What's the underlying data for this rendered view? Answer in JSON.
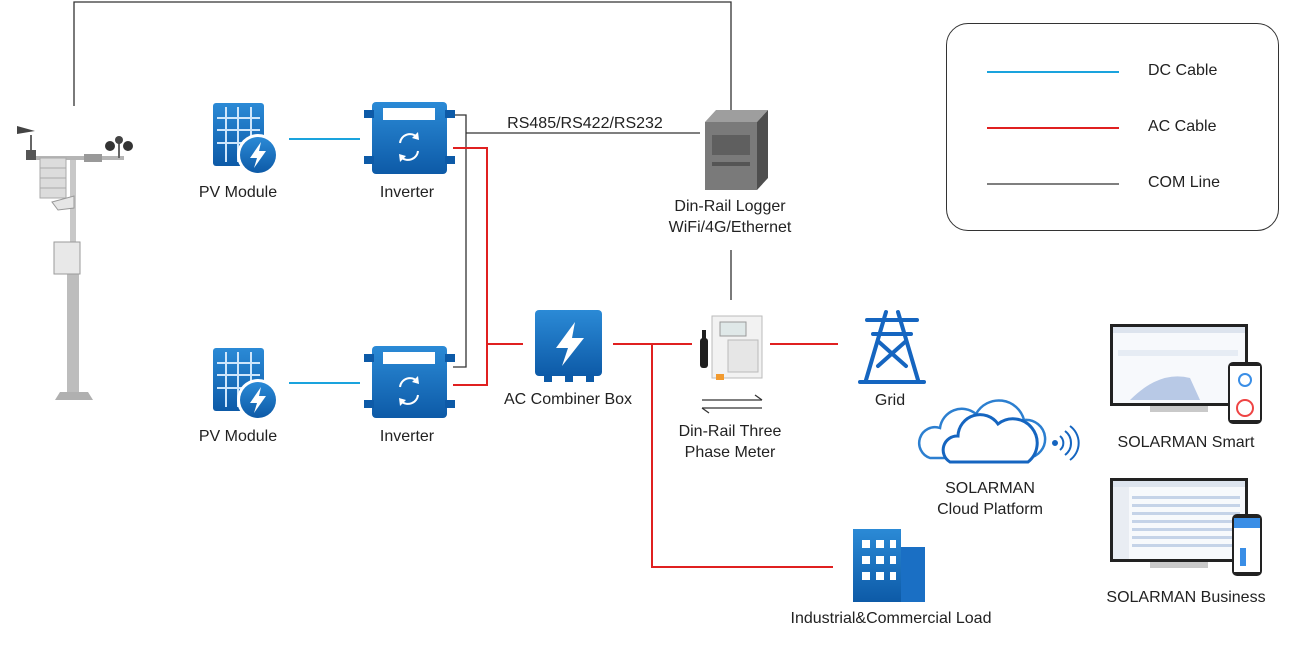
{
  "legend": {
    "items": [
      {
        "label": "DC Cable",
        "color": "#1aa3dd"
      },
      {
        "label": "AC Cable",
        "color": "#e02020"
      },
      {
        "label": "COM Line",
        "color": "#333333"
      }
    ]
  },
  "labels": {
    "pv_module_1": "PV Module",
    "pv_module_2": "PV Module",
    "inverter_1": "Inverter",
    "inverter_2": "Inverter",
    "protocol": "RS485/RS422/RS232",
    "logger_line1": "Din-Rail Logger",
    "logger_line2": "WiFi/4G/Ethernet",
    "combiner": "AC Combiner Box",
    "meter_line1": "Din-Rail Three",
    "meter_line2": "Phase Meter",
    "grid": "Grid",
    "cloud_line1": "SOLARMAN",
    "cloud_line2": "Cloud Platform",
    "smart": "SOLARMAN Smart",
    "business": "SOLARMAN Business",
    "load": "Industrial&Commercial Load"
  },
  "colors": {
    "dc": "#1aa3dd",
    "ac": "#e02020",
    "com": "#333333",
    "icon_blue": "#1565c0"
  }
}
